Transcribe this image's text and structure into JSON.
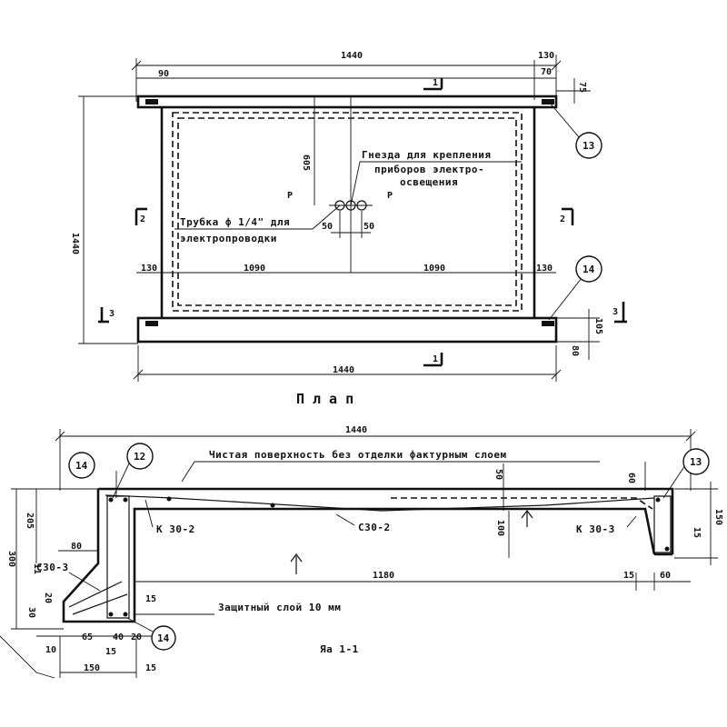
{
  "plan": {
    "title": "Плап",
    "overall_width": "1440",
    "overall_depth": "1440",
    "rib_90": "90",
    "rib_130_top_right": "130",
    "dim_70": "70",
    "dim_75": "75",
    "dim_605": "605",
    "rib_130_left": "130",
    "span_left": "1090",
    "span_right": "1090",
    "rib_130_right": "130",
    "dim_105": "105",
    "dim_80": "80",
    "dim_50_left": "50",
    "dim_50_right": "50",
    "mark_r_left": "Р",
    "mark_r_right": "Р",
    "section_1_top": "1",
    "section_1_bottom": "1",
    "section_2_left": "2",
    "section_2_right": "2",
    "section_3_left": "3",
    "section_3_right": "3",
    "note_sockets_line1": "Гнезда для крепления",
    "note_sockets_line2": "приборов электро-",
    "note_sockets_line3": "освещения",
    "note_pipe_line1": "Трубка ф 1/4\" для",
    "note_pipe_line2": "электропроводки",
    "bubble_13": "13",
    "bubble_14": "14"
  },
  "section": {
    "title": "Яа 1-1",
    "overall_width": "1440",
    "surface_note": "Чистая поверхность без отделки фактурным слоем",
    "cage_k30_2": "К 30-2",
    "rod_c30_2": "С30-2",
    "cage_k30_3": "К 30-3",
    "rod_c30_3": "С30-3",
    "cover_note": "Защитный слой 10 мм",
    "dim_1180": "1180",
    "dim_15_mid": "15",
    "dim_60_bottom": "60",
    "dim_50_top": "50",
    "dim_100_right": "100",
    "dim_60_top_right": "60",
    "dim_150_right": "150",
    "dim_15_right": "15",
    "dim_300": "300",
    "dim_205": "205",
    "dim_80_left": "80",
    "dim_20_left": "20",
    "dim_30_left": "30",
    "dim_11": "11",
    "dim_10": "10",
    "dim_65": "65",
    "dim_40": "40",
    "dim_20_bottom": "20",
    "dim_15_bottom_left": "15",
    "dim_150_bottom": "150",
    "dim_15_bottom_right": "15",
    "dim_15_mid_left": "15",
    "bubble_12": "12",
    "bubble_13": "13",
    "bubble_14_top": "14",
    "bubble_14_bottom": "14"
  }
}
